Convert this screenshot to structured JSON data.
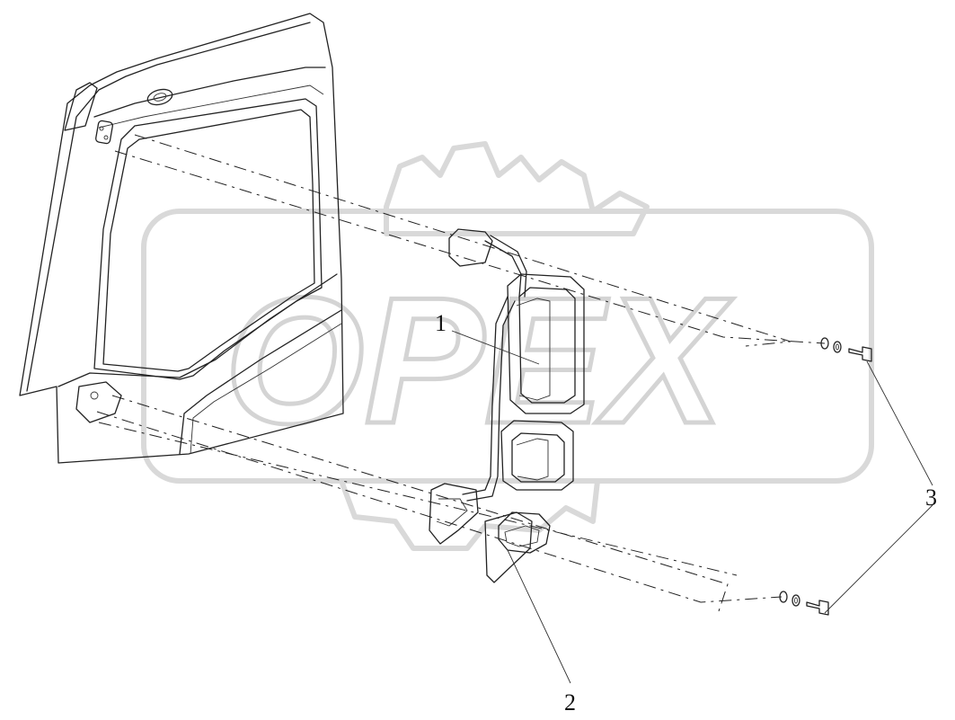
{
  "callouts": [
    {
      "id": "1",
      "label": "1"
    },
    {
      "id": "2",
      "label": "2"
    },
    {
      "id": "3",
      "label": "3"
    }
  ],
  "watermark": {
    "text": "OPEX",
    "icon": "gear-icon"
  },
  "corner_mark": "",
  "colors": {
    "ink": "#222222",
    "watermark": "#d9d9d9",
    "background": "#ffffff"
  }
}
